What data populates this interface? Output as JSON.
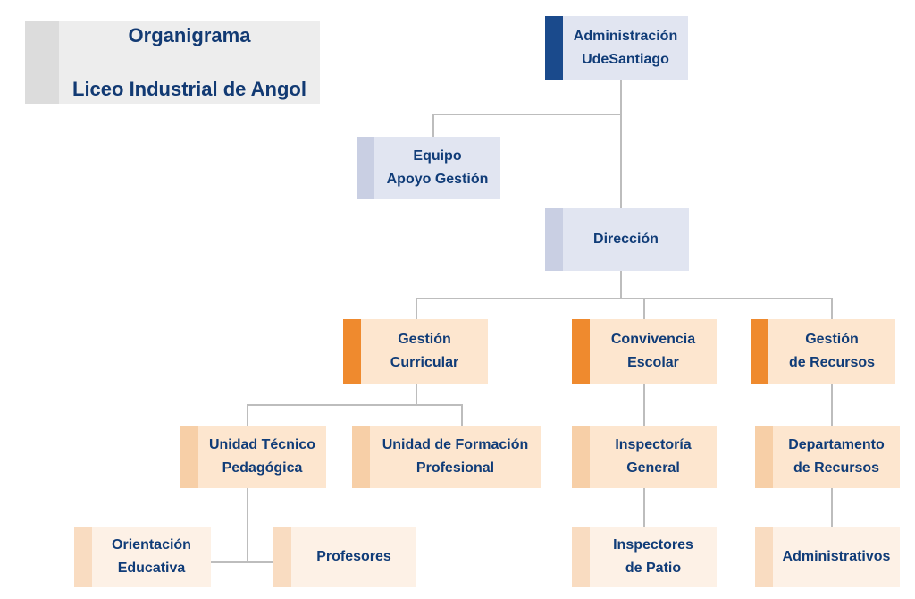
{
  "colors": {
    "text": "#103c78",
    "connector": "#bdbdbd",
    "title_bg": "#ededed",
    "title_bar": "#dcdcdc",
    "blue_bg": "#e1e5f1",
    "blue_bar_dark": "#1a4a8c",
    "blue_bar_light": "#c9cfe3",
    "orange_bg": "#fde6cf",
    "orange_bar_dark": "#ef8a2e",
    "orange_bar_light": "#f7cfa7",
    "light_bg": "#fdf1e6",
    "light_bar": "#f9dcc1"
  },
  "title": {
    "line1": "Organigrama",
    "line2": "Liceo Industrial de Angol"
  },
  "nodes": {
    "administracion": "Administración\nUdeSantiago",
    "equipo": "Equipo\nApoyo Gestión",
    "direccion": "Dirección",
    "gestion_curricular": "Gestión\nCurricular",
    "convivencia": "Convivencia\nEscolar",
    "gestion_recursos": "Gestión\nde Recursos",
    "utp": "Unidad Técnico\nPedagógica",
    "ufp": "Unidad de Formación\nProfesional",
    "inspectoria": "Inspectoría\nGeneral",
    "departamento": "Departamento\nde Recursos",
    "orientacion": "Orientación\nEducativa",
    "profesores": "Profesores",
    "inspectores": "Inspectores\nde Patio",
    "administrativos": "Administrativos"
  }
}
